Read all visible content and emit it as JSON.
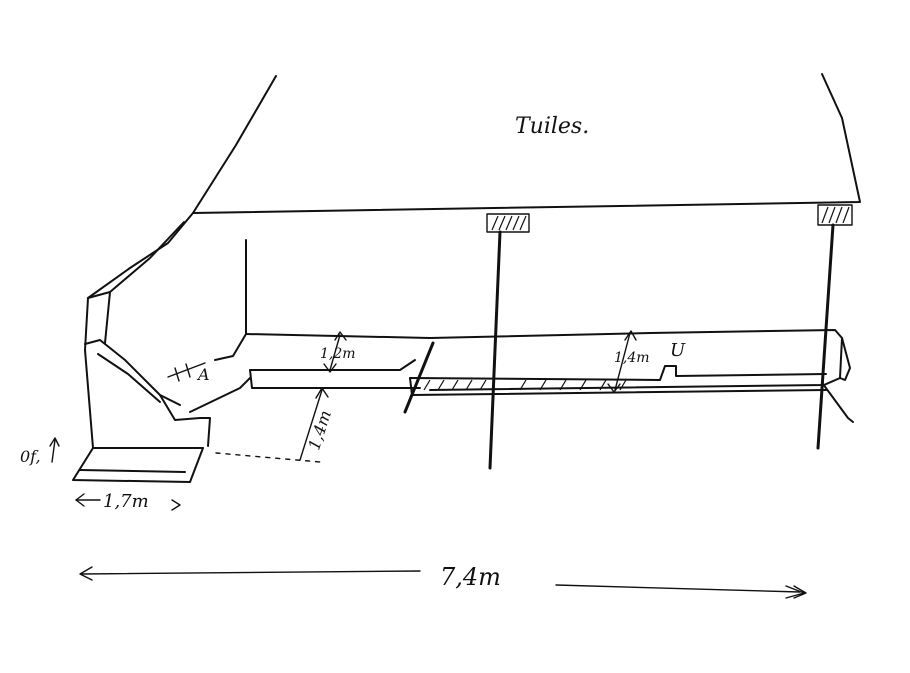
{
  "roof_label": "Tuiles.",
  "dimensions": {
    "upper_depth": "1,2m",
    "lower_depth": "1,4m",
    "side_depth": "1,4m",
    "step_height": "0f,",
    "step_width": "1,7m",
    "total_length": "7,4m"
  },
  "marks": {
    "section_a": "A",
    "section_b": "U"
  },
  "colors": {
    "ink": "#111111",
    "paper": "#ffffff"
  }
}
